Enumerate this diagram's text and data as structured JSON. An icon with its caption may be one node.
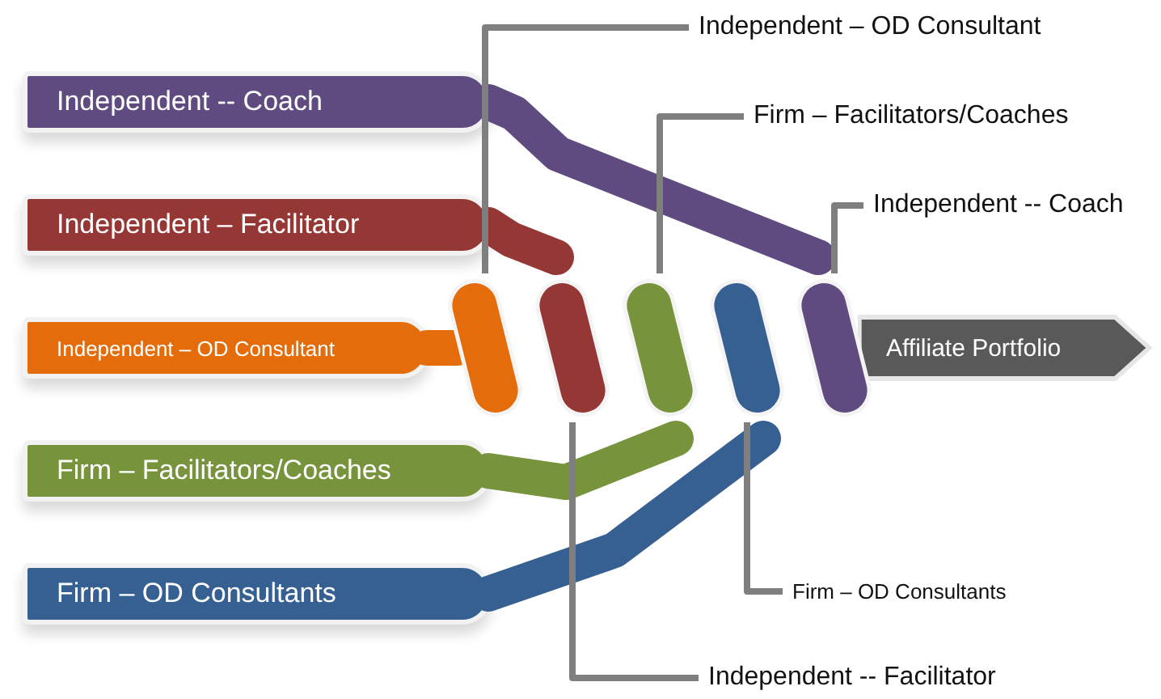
{
  "diagram": {
    "nodes": [
      {
        "text": [
          "Independent  -- Coach"
        ]
      },
      {
        "text": [
          "Independent – Facilitator"
        ]
      },
      {
        "text": [
          "Independent – OD Consultant"
        ]
      },
      {
        "text": [
          "Firm – Facilitators/Coaches"
        ]
      },
      {
        "text": [
          "Firm – OD Consultants"
        ]
      },
      {
        "text": [],
        "shape": "box"
      },
      {
        "text": [],
        "shape": "box"
      },
      {
        "text": [],
        "shape": "box"
      },
      {
        "text": [],
        "shape": "box"
      },
      {
        "text": [],
        "shape": "box"
      },
      {
        "text": [
          "Independent – OD Consultant"
        ]
      },
      {
        "text": [
          "Firm – Facilitators/Coaches"
        ]
      },
      {
        "text": [
          "Independent -- Coach"
        ]
      },
      {
        "text": [
          "Affiliate Portfolio"
        ]
      },
      {
        "text": [
          "Firm – OD Consultants"
        ]
      },
      {
        "text": [
          "Independent -- Facilitator"
        ]
      }
    ],
    "edges": [
      {
        "from": 0,
        "to": 9,
        "arrow": "none",
        "style": "thick",
        "color": "#5f4b7f"
      },
      {
        "from": 1,
        "to": 6,
        "arrow": "none",
        "style": "thick",
        "color": "#953735"
      },
      {
        "from": 2,
        "to": 5,
        "arrow": "none",
        "style": "thick",
        "color": "#e46c0a"
      },
      {
        "from": 3,
        "to": 7,
        "arrow": "none",
        "style": "thick",
        "color": "#77933c"
      },
      {
        "from": 4,
        "to": 8,
        "arrow": "none",
        "style": "thick",
        "color": "#376092"
      },
      {
        "from": 10,
        "to": 5,
        "arrow": "none"
      },
      {
        "from": 11,
        "to": 7,
        "arrow": "none"
      },
      {
        "from": 12,
        "to": 9,
        "arrow": "none"
      },
      {
        "from": 14,
        "to": 8,
        "arrow": "none"
      },
      {
        "from": 15,
        "to": 6,
        "arrow": "none"
      }
    ]
  }
}
